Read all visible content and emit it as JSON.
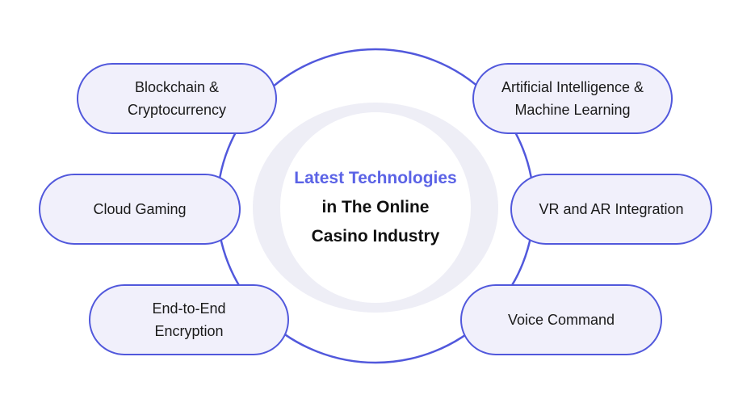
{
  "diagram": {
    "center": {
      "line1": "Latest Technologies",
      "line2": "in The Online",
      "line3": "Casino Industry"
    },
    "nodes": {
      "blockchain": {
        "line1": "Blockchain &",
        "line2": "Cryptocurrency"
      },
      "ai": {
        "line1": "Artificial Intelligence &",
        "line2": "Machine Learning"
      },
      "cloud": {
        "line1": "Cloud Gaming"
      },
      "vr": {
        "line1": "VR and AR Integration"
      },
      "e2e": {
        "line1": "End-to-End",
        "line2": "Encryption"
      },
      "voice": {
        "line1": "Voice Command"
      }
    },
    "colors": {
      "accent": "#5b63e6",
      "outline": "#5158dc",
      "pill_fill": "#f1f0fb",
      "halo": "#eeeef6",
      "text": "#111111"
    }
  }
}
